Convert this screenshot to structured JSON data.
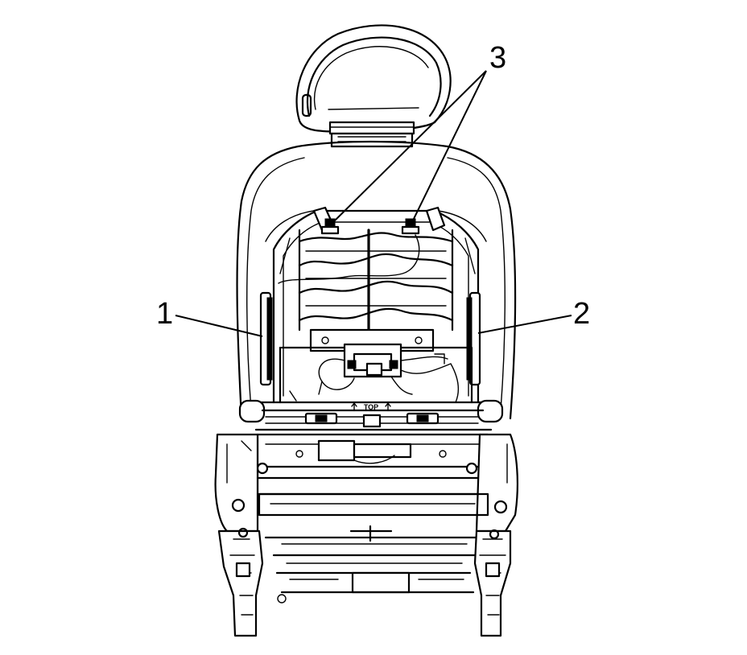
{
  "callouts": {
    "one": "1",
    "two": "2",
    "three": "3"
  },
  "stamp": {
    "top_label": "TOP"
  },
  "colors": {
    "line": "#000000",
    "background": "#ffffff"
  }
}
